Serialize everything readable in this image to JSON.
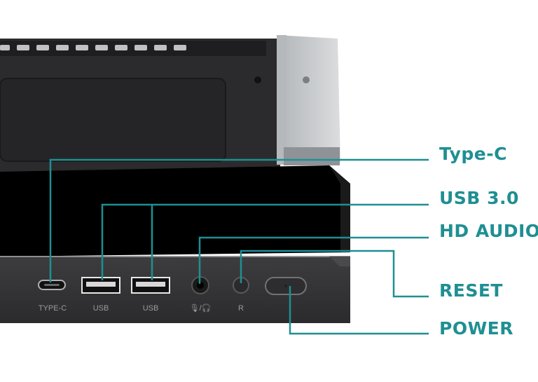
{
  "theme": {
    "accent": "#1f8f93",
    "case_dark": "#2e2e30",
    "case_front": "#363638",
    "glass": "#000000",
    "label_gray": "#9a9a9a"
  },
  "callouts": {
    "type_c": "Type-C",
    "usb3": "USB 3.0",
    "hd_audio": "HD AUDIO",
    "reset": "RESET",
    "power": "POWER"
  },
  "port_labels": {
    "type_c": "TYPE-C",
    "usb_1": "USB",
    "usb_2": "USB",
    "audio": "🎙/🎧",
    "reset": "R"
  },
  "icons": {
    "audio_combo": "mic-headphone-icon",
    "power_led": "power-led-icon"
  }
}
